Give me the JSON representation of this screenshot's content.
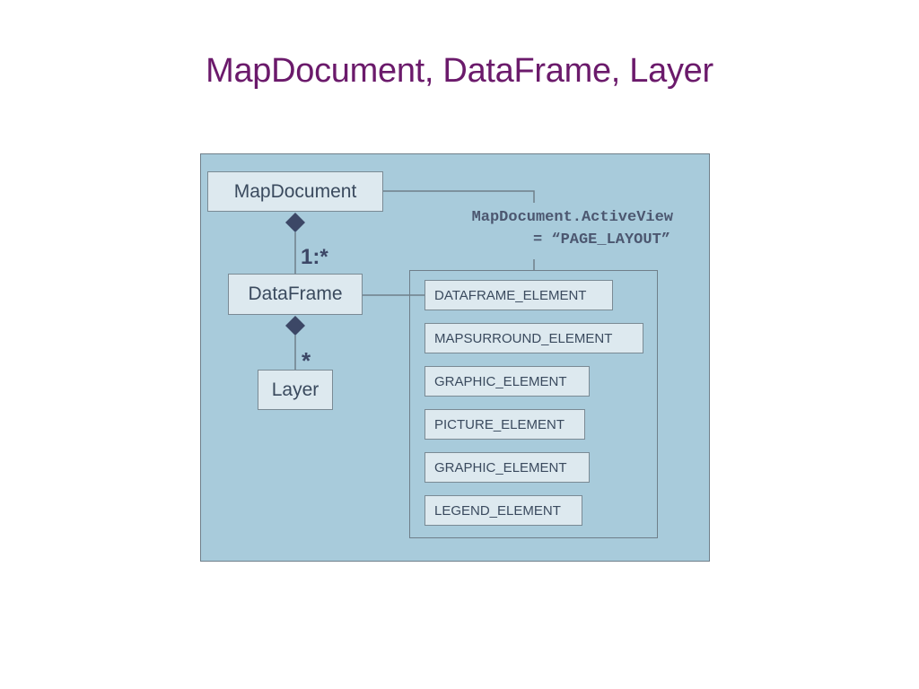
{
  "title": "MapDocument, DataFrame, Layer",
  "classes": {
    "map_document": "MapDocument",
    "data_frame": "DataFrame",
    "layer": "Layer"
  },
  "multiplicities": {
    "map_document_to_data_frame": "1:*",
    "data_frame_to_layer": "*"
  },
  "active_view": {
    "line1": "MapDocument.ActiveView",
    "line2": "= “PAGE_LAYOUT”"
  },
  "layout_elements": [
    "DATAFRAME_ELEMENT",
    "MAPSURROUND_ELEMENT",
    "GRAPHIC_ELEMENT",
    "PICTURE_ELEMENT",
    "GRAPHIC_ELEMENT",
    "LEGEND_ELEMENT"
  ],
  "colors": {
    "title": "#6b1a6b",
    "panel_background": "#a8cbdb",
    "box_fill": "#dde9ef",
    "diamond": "#3c4766",
    "text": "#3a4a5e"
  }
}
